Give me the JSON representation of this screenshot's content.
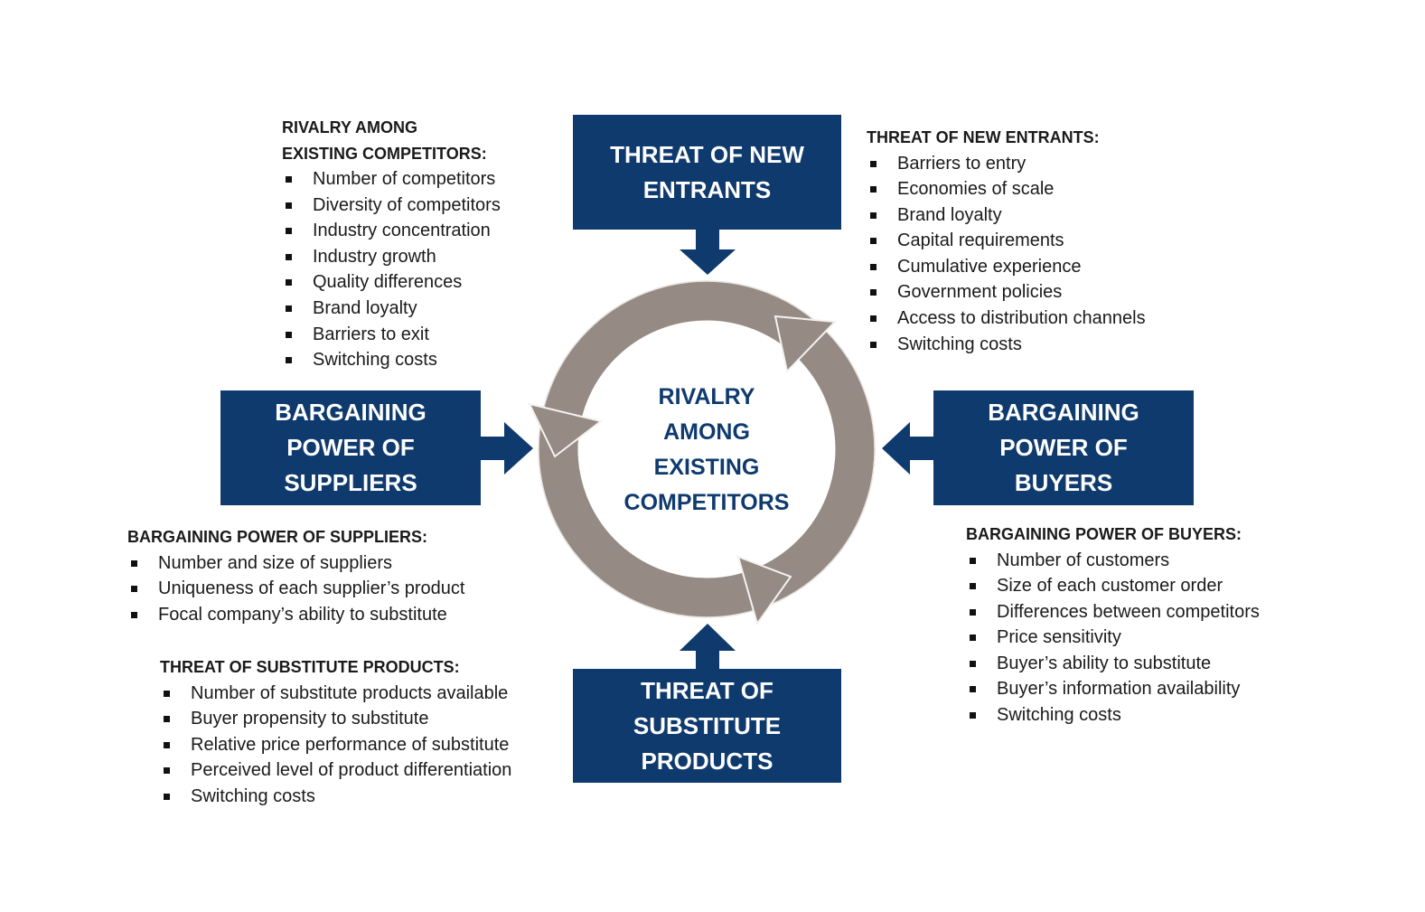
{
  "colors": {
    "navy": "#0f3a6e",
    "ring": "#968b84"
  },
  "forces": {
    "new_entrants": [
      "THREAT OF NEW",
      "ENTRANTS"
    ],
    "suppliers": [
      "BARGAINING",
      "POWER OF",
      "SUPPLIERS"
    ],
    "buyers": [
      "BARGAINING",
      "POWER OF",
      "BUYERS"
    ],
    "substitutes": [
      "THREAT OF",
      "SUBSTITUTE",
      "PRODUCTS"
    ],
    "center": [
      "RIVALRY",
      "AMONG",
      "EXISTING",
      "COMPETITORS"
    ]
  },
  "lists": {
    "rivalry": {
      "heading": [
        "RIVALRY AMONG",
        "EXISTING COMPETITORS:"
      ],
      "items": [
        "Number of competitors",
        "Diversity of competitors",
        "Industry concentration",
        "Industry growth",
        "Quality differences",
        "Brand loyalty",
        "Barriers to exit",
        "Switching costs"
      ]
    },
    "new_entrants": {
      "heading": [
        "THREAT OF NEW ENTRANTS:"
      ],
      "items": [
        "Barriers to entry",
        "Economies of scale",
        "Brand loyalty",
        "Capital requirements",
        "Cumulative experience",
        "Government policies",
        "Access to distribution channels",
        "Switching costs"
      ]
    },
    "suppliers": {
      "heading": [
        "BARGAINING POWER OF SUPPLIERS:"
      ],
      "items": [
        "Number  and size of suppliers",
        "Uniqueness of each supplier’s product",
        "Focal company’s ability to substitute"
      ]
    },
    "substitutes": {
      "heading": [
        "THREAT OF SUBSTITUTE PRODUCTS:"
      ],
      "items": [
        "Number of substitute products available",
        "Buyer propensity to substitute",
        "Relative price performance of substitute",
        "Perceived level of product differentiation",
        "Switching costs"
      ]
    },
    "buyers": {
      "heading": [
        "BARGAINING POWER OF BUYERS:"
      ],
      "items": [
        "Number of customers",
        "Size of each customer order",
        "Differences between competitors",
        "Price sensitivity",
        "Buyer’s ability to substitute",
        "Buyer’s information availability",
        "Switching costs"
      ]
    }
  }
}
